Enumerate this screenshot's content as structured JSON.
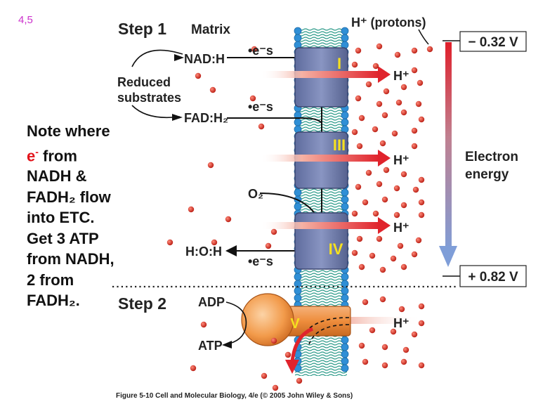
{
  "slide_number": "4,5",
  "labels": {
    "step1": "Step 1",
    "matrix": "Matrix",
    "protons": "H⁺ (protons)",
    "nadh": "NAD:H",
    "reduced_line1": "Reduced",
    "reduced_line2": "substrates",
    "fadh2": "FAD:H₂",
    "electrons": "•e⁻s",
    "o2": "O₂",
    "water": "H:O:H",
    "hplus": "H⁺",
    "complex_1": "I",
    "complex_3": "III",
    "complex_4": "IV",
    "complex_5": "V",
    "step2": "Step 2",
    "adp": "ADP",
    "atp": "ATP",
    "volt_top": "− 0.32 V",
    "volt_bottom": "+ 0.82 V",
    "energy_line1": "Electron",
    "energy_line2": "energy",
    "caption": "Figure 5-10 Cell and Molecular Biology, 4/e (© 2005 John Wiley & Sons)"
  },
  "note": {
    "line1": "Note where",
    "line2_red": "e",
    "line2_sup": "-",
    "line2_rest": " from",
    "line3": "NADH &",
    "line4": "FADH₂ flow",
    "line5": "into ETC.",
    "line6": "Get 3 ATP",
    "line7": "from NADH,",
    "line8": "2 from",
    "line9": "FADH₂."
  },
  "colors": {
    "complex": "#7a86b5",
    "complex_dark": "#4e5a88",
    "membrane_head": "#2f8fd6",
    "membrane_tail": "#2e9c8c",
    "proton": "#d42a1a",
    "arrow_red": "#e0232c",
    "atp_synthase": "#f0883a",
    "roman": "#f5e020",
    "slide_num": "#cc33cc"
  }
}
